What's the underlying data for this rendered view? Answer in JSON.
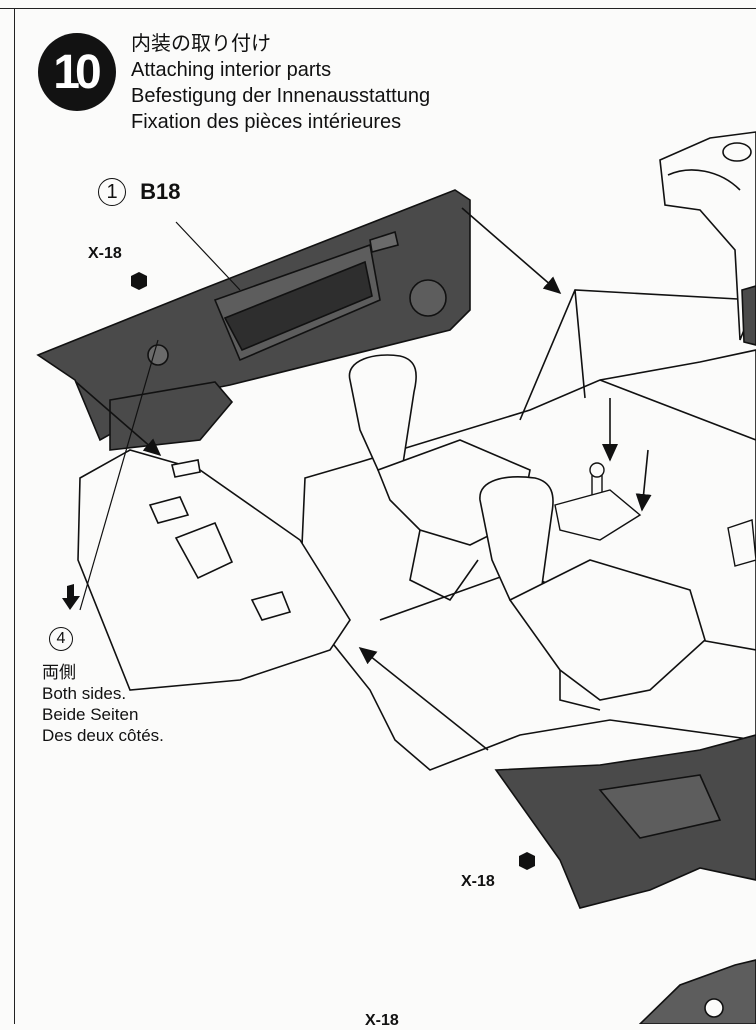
{
  "step": {
    "number": "10",
    "title_ja": "内装の取り付け",
    "title_en": "Attaching interior parts",
    "title_de": "Befestigung der Innenausstattung",
    "title_fr": "Fixation des pièces intérieures"
  },
  "parts": {
    "part1_qty": "1",
    "part1_name": "B18",
    "part2_qty": "4"
  },
  "screws": {
    "upper": "X-18",
    "lower": "X-18",
    "bottom": "X-18"
  },
  "note": {
    "ja": "両側",
    "en": "Both sides.",
    "de": "Beide Seiten",
    "fr": "Des deux côtés."
  },
  "colors": {
    "part_fill": "#4a4a4a",
    "line": "#111111",
    "paper": "#fbfbfa"
  }
}
